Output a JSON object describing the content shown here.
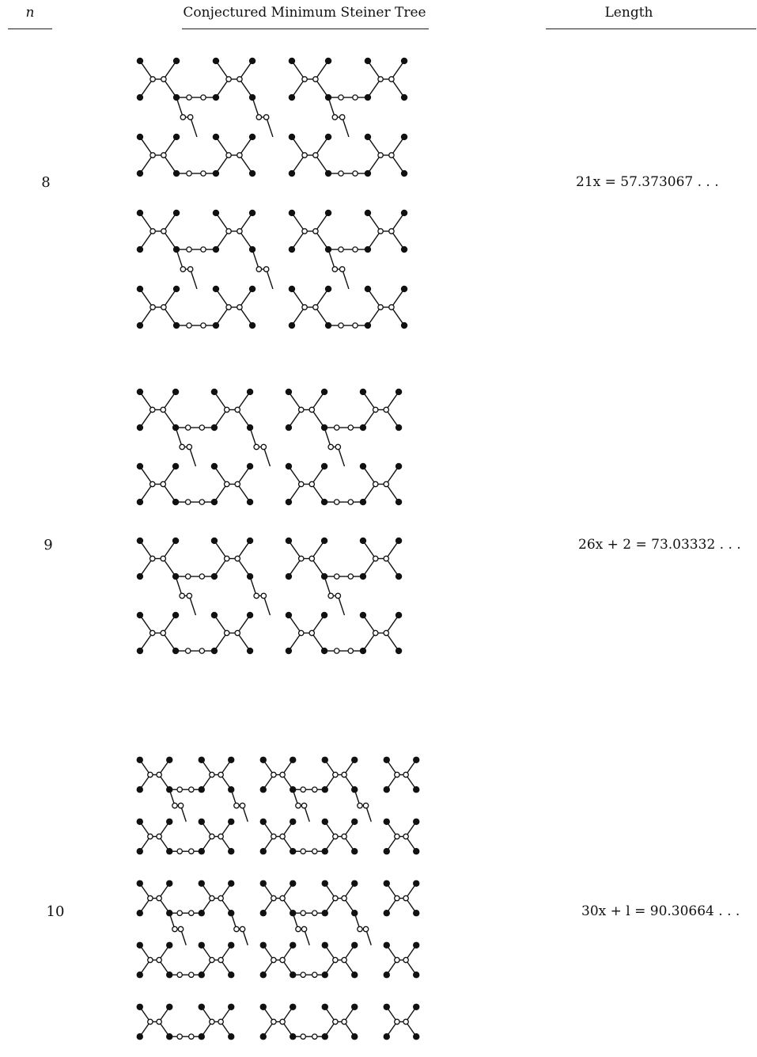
{
  "header": {
    "col_n": "n",
    "col_tree": "Conjectured Minimum Steiner Tree",
    "col_length": "Length"
  },
  "rows": [
    {
      "n": "8",
      "length": "21x = 57.373067 . . ."
    },
    {
      "n": "9",
      "length": "26x + 2 = 73.03332 . . ."
    },
    {
      "n": "10",
      "length": "30x + l = 90.30664 . . ."
    }
  ],
  "colors": {
    "ink": "#111111",
    "paper": "#ffffff"
  }
}
